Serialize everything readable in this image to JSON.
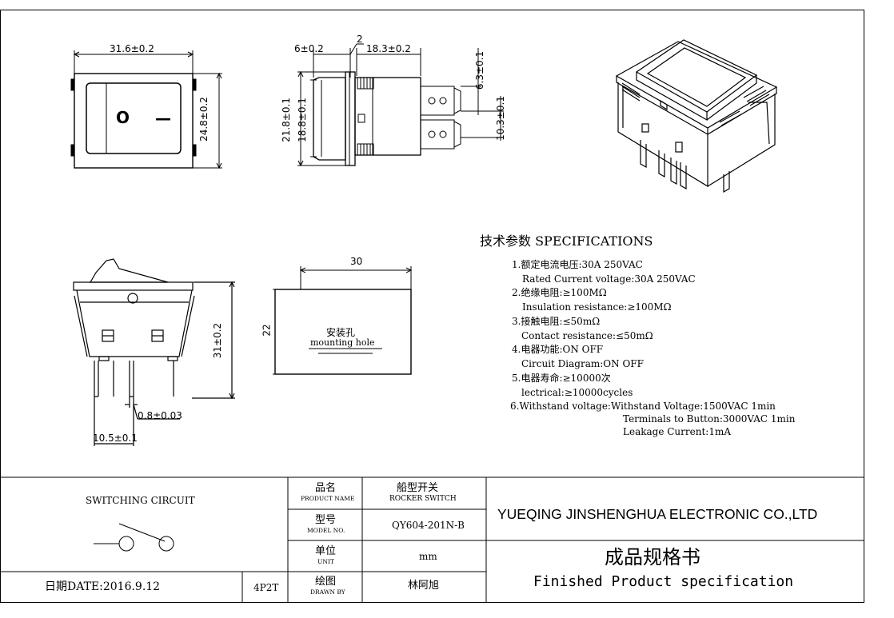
{
  "drawing": {
    "front_view": {
      "width_dim": "31.6±0.2",
      "height_dim": "24.8±0.2",
      "symbol_off": "O",
      "symbol_on": "—"
    },
    "side_view": {
      "dim_top_left": "6±0.2",
      "dim_top_small": "2",
      "dim_top_right": "18.3±0.2",
      "dim_left_outer": "21.8±0.1",
      "dim_left_inner": "18.8±0.1",
      "dim_right_top": "6.3±0.1",
      "dim_right_bottom": "10.3±0.1"
    },
    "bottom_view": {
      "height_dim": "31±0.2",
      "pin_dim": "0.8±0.03",
      "pitch_dim": "10.5±0.1"
    },
    "mounting_hole": {
      "width_dim": "30",
      "height_dim": "22",
      "label_cn": "安装孔",
      "label_en": "mounting hole"
    }
  },
  "specifications": {
    "title": "技术参数 SPECIFICATIONS",
    "lines": [
      "1.额定电流电压:30A 250VAC",
      "Rated Current voltage:30A 250VAC",
      "2.绝缘电阻:≥100MΩ",
      "Insulation resistance:≥100MΩ",
      "3.接触电阻:≤50mΩ",
      "Contact resistance:≤50mΩ",
      "4.电器功能:ON OFF",
      "Circuit Diagram:ON OFF",
      "5.电器寿命:≥10000次",
      "lectrical:≥10000cycles",
      "6.Withstand voltage:Withstand Voltage:1500VAC 1min",
      "Terminals to Button:3000VAC 1min",
      "Leakage Current:1mA"
    ]
  },
  "title_block": {
    "switching_circuit": "SWITCHING CIRCUIT",
    "product_name_cn": "品名",
    "product_name_en": "PRODUCT NAME",
    "product_value_cn": "船型开关",
    "product_value_en": "ROCKER SWITCH",
    "model_cn": "型号",
    "model_en": "MODEL NO.",
    "model_value": "QY604-201N-B",
    "unit_cn": "单位",
    "unit_en": "UNIT",
    "unit_value": "mm",
    "drawn_cn": "绘图",
    "drawn_en": "DRAWN BY",
    "drawn_value": "林阿旭",
    "date": "日期DATE:2016.9.12",
    "code": "4P2T",
    "company": "YUEQING JINSHENGHUA ELECTRONIC CO.,LTD",
    "doc_title_cn": "成品规格书",
    "doc_title_en": "Finished Product specification"
  }
}
